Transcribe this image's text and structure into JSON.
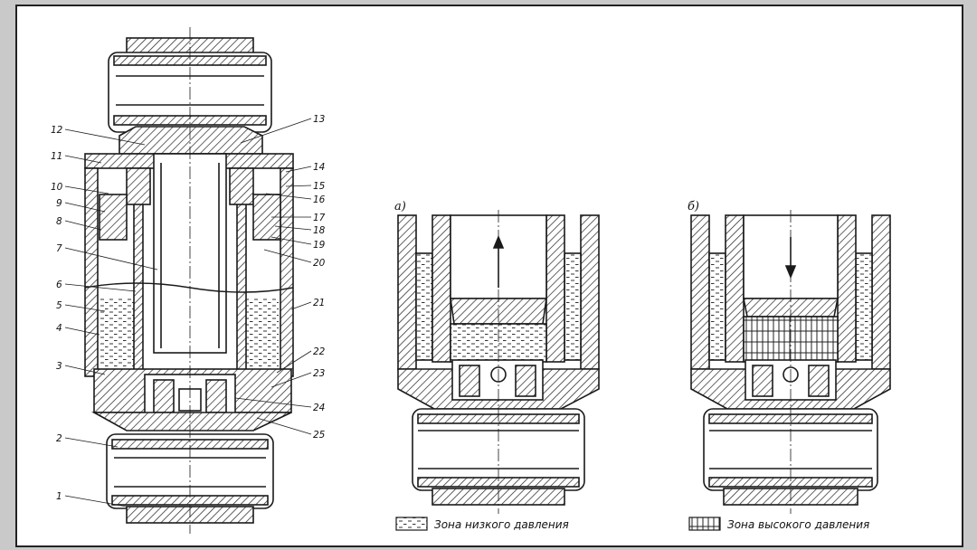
{
  "part_numbers": [
    "1",
    "2",
    "3",
    "4",
    "5",
    "6",
    "7",
    "8",
    "9",
    "10",
    "11",
    "12",
    "13",
    "14",
    "15",
    "16",
    "17",
    "18",
    "19",
    "20",
    "21",
    "22",
    "23",
    "24",
    "25"
  ],
  "views": {
    "a": "а)",
    "b": "б)"
  },
  "legend": {
    "low": "Зона низкого давления",
    "high": "Зона высокого давления"
  },
  "colors": {
    "ink": "#1a1a1a",
    "paper": "#ffffff",
    "frame": "#c9c9c9"
  }
}
